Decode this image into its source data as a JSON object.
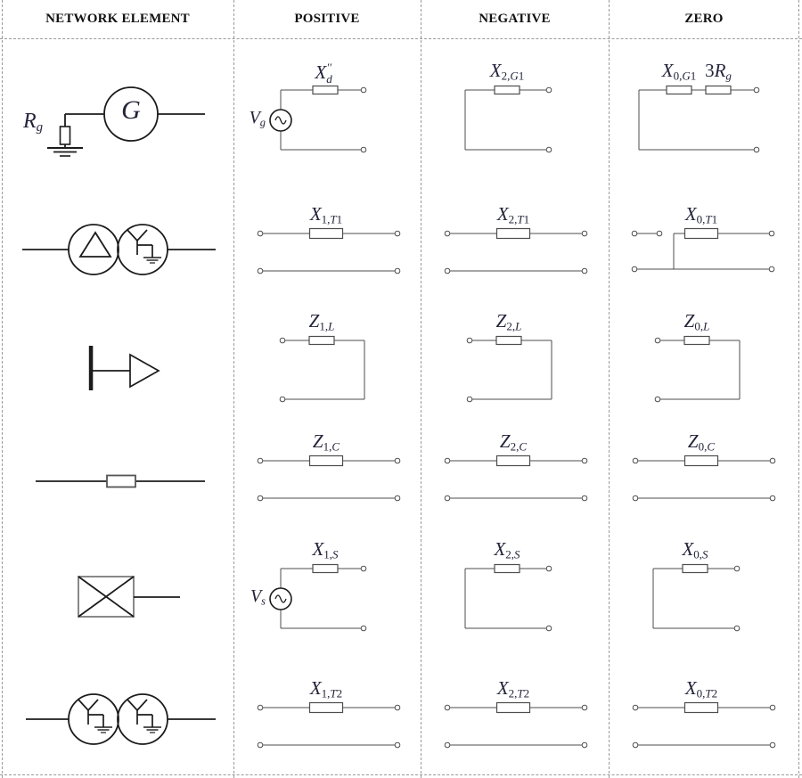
{
  "title": "sequence-networks-table",
  "header": {
    "columns": [
      "NETWORK ELEMENT",
      "POSITIVE",
      "NEGATIVE",
      "ZERO"
    ]
  },
  "colors": {
    "wire": "#4d4d4d",
    "symbol": "#1b1b1b",
    "label": "#23233a",
    "divider": "#9a9a9a",
    "background": "#ffffff"
  },
  "rows": [
    {
      "name": "generator",
      "element": {
        "kind": "generator",
        "resistor_label": "R_{g}",
        "machine_label": "G"
      },
      "positive": {
        "type": "source",
        "source_label": "V_{g}",
        "labels": [
          "X^{′′}_{d}"
        ]
      },
      "negative": {
        "type": "closed-left",
        "labels": [
          "X_{2,G1}"
        ]
      },
      "zero": {
        "type": "closed-left",
        "labels": [
          "X_{0,G1}",
          "3R_{g}"
        ]
      }
    },
    {
      "name": "transformer-t1",
      "element": {
        "kind": "transformer-delta-wye"
      },
      "positive": {
        "type": "two-port",
        "labels": [
          "X_{1,T1}"
        ]
      },
      "negative": {
        "type": "two-port",
        "labels": [
          "X_{2,T1}"
        ]
      },
      "zero": {
        "type": "zero-sequence-delta-wye",
        "labels": [
          "X_{0,T1}"
        ]
      }
    },
    {
      "name": "load",
      "element": {
        "kind": "load-feeder"
      },
      "positive": {
        "type": "closed-right",
        "labels": [
          "Z_{1,L}"
        ]
      },
      "negative": {
        "type": "closed-right",
        "labels": [
          "Z_{2,L}"
        ]
      },
      "zero": {
        "type": "closed-right",
        "labels": [
          "Z_{0,L}"
        ]
      }
    },
    {
      "name": "cable",
      "element": {
        "kind": "cable"
      },
      "positive": {
        "type": "two-port",
        "labels": [
          "Z_{1,C}"
        ]
      },
      "negative": {
        "type": "two-port",
        "labels": [
          "Z_{2,C}"
        ]
      },
      "zero": {
        "type": "two-port",
        "labels": [
          "Z_{0,C}"
        ]
      }
    },
    {
      "name": "external-grid",
      "element": {
        "kind": "external-grid"
      },
      "positive": {
        "type": "source",
        "source_label": "V_{s}",
        "labels": [
          "X_{1,S}"
        ]
      },
      "negative": {
        "type": "closed-left",
        "labels": [
          "X_{2,S}"
        ]
      },
      "zero": {
        "type": "closed-left",
        "labels": [
          "X_{0,S}"
        ]
      }
    },
    {
      "name": "transformer-t2",
      "element": {
        "kind": "transformer-wye-wye"
      },
      "positive": {
        "type": "two-port",
        "labels": [
          "X_{1,T2}"
        ]
      },
      "negative": {
        "type": "two-port",
        "labels": [
          "X_{2,T2}"
        ]
      },
      "zero": {
        "type": "two-port",
        "labels": [
          "X_{0,T2}"
        ]
      }
    }
  ]
}
